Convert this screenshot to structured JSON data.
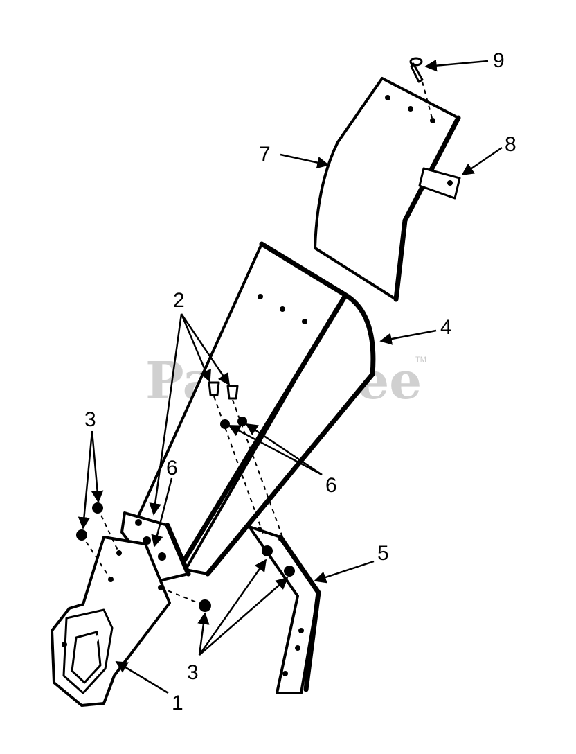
{
  "watermark": {
    "text": "PartsTree",
    "trademark": "TM"
  },
  "callouts": {
    "c1": "1",
    "c2": "2",
    "c3_left": "3",
    "c3_bottom": "3",
    "c4": "4",
    "c5": "5",
    "c6_left": "6",
    "c6_right": "6",
    "c7": "7",
    "c8": "8",
    "c9": "9"
  },
  "colors": {
    "line": "#000000",
    "background": "#ffffff",
    "watermark": "#d0d0d0"
  }
}
